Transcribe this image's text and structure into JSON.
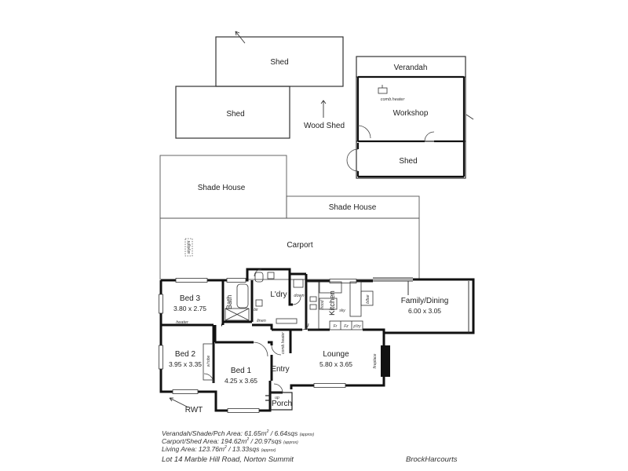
{
  "outbuildings": {
    "shed_top": "Shed",
    "shed_left": "Shed",
    "wood_shed": "Wood Shed",
    "verandah": "Verandah",
    "comb_heater_workshop": "comb.heater",
    "workshop": "Workshop",
    "shed_lower": "Shed",
    "shade_house_1": "Shade House",
    "shade_house_2": "Shade House",
    "carport": "Carport",
    "skylight": "skylight"
  },
  "rooms": {
    "bed3": {
      "name": "Bed 3",
      "size": "3.80 x 2.75"
    },
    "bath": "Bath",
    "laundry": "L'dry",
    "down": "down",
    "kitchen": "Kitchen",
    "hood": "hood",
    "sky": "sky",
    "bbar": "b/bar",
    "family": {
      "name": "Family/Dining",
      "size": "6.00 x 3.05"
    },
    "heater": "heater",
    "linen": "linen",
    "bir": "bir",
    "fr": "Fr",
    "fz": "Fz",
    "ptry": "p'try",
    "bed2": {
      "name": "Bed 2",
      "size": "3.95 x 3.35"
    },
    "wrobe": "w'robe",
    "bed1": {
      "name": "Bed 1",
      "size": "4.25 x 3.65"
    },
    "comb_heater": "comb.heater",
    "entry": "Entry",
    "lounge": {
      "name": "Lounge",
      "size": "5.80 x 3.65"
    },
    "fireplace": "fireplace",
    "up": "up",
    "porch": "Porch",
    "rwt": "RWT"
  },
  "areas": {
    "line1": "Verandah/Shade/Pch Area: 61.65m",
    "line1_sqs": " / 6.64sqs",
    "line2": "Carport/Shed Area: 194.62m",
    "line2_sqs": " / 20.97sqs",
    "line3": "Living Area: 123.76m",
    "line3_sqs": " / 13.33sqs",
    "sup": "2",
    "approx": "(approx)"
  },
  "address": "Lot 14 Marble Hill Road, Norton Summit",
  "agency": "BrockHarcourts"
}
